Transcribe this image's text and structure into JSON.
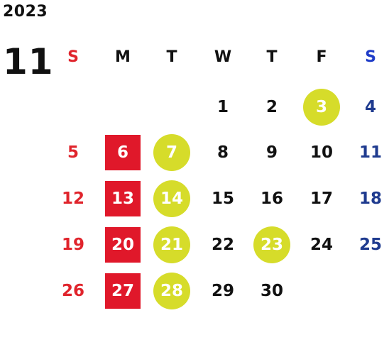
{
  "year": "2023",
  "month": "11",
  "weekdays": [
    "S",
    "M",
    "T",
    "W",
    "T",
    "F",
    "S"
  ],
  "weekday_colors": [
    "#e0242c",
    "#111111",
    "#111111",
    "#111111",
    "#111111",
    "#111111",
    "#1f3cc8"
  ],
  "accent_colors": {
    "red_block": "#e0182a",
    "yellow_circle": "#d6dc2a",
    "sunday_red": "#e0242c",
    "saturday_blue": "#1f3b8f"
  },
  "weeks": [
    [
      {
        "day": ""
      },
      {
        "day": ""
      },
      {
        "day": ""
      },
      {
        "day": "1",
        "color": "black"
      },
      {
        "day": "2",
        "color": "black"
      },
      {
        "day": "3",
        "color": "black",
        "marker": "circle"
      },
      {
        "day": "4",
        "color": "blue"
      }
    ],
    [
      {
        "day": "5",
        "color": "red"
      },
      {
        "day": "6",
        "color": "black",
        "marker": "block"
      },
      {
        "day": "7",
        "color": "black",
        "marker": "circle"
      },
      {
        "day": "8",
        "color": "black"
      },
      {
        "day": "9",
        "color": "black"
      },
      {
        "day": "10",
        "color": "black"
      },
      {
        "day": "11",
        "color": "blue"
      }
    ],
    [
      {
        "day": "12",
        "color": "red"
      },
      {
        "day": "13",
        "color": "black",
        "marker": "block"
      },
      {
        "day": "14",
        "color": "black",
        "marker": "circle"
      },
      {
        "day": "15",
        "color": "black"
      },
      {
        "day": "16",
        "color": "black"
      },
      {
        "day": "17",
        "color": "black"
      },
      {
        "day": "18",
        "color": "blue"
      }
    ],
    [
      {
        "day": "19",
        "color": "red"
      },
      {
        "day": "20",
        "color": "black",
        "marker": "block"
      },
      {
        "day": "21",
        "color": "black",
        "marker": "circle"
      },
      {
        "day": "22",
        "color": "black"
      },
      {
        "day": "23",
        "color": "black",
        "marker": "circle"
      },
      {
        "day": "24",
        "color": "black"
      },
      {
        "day": "25",
        "color": "blue"
      }
    ],
    [
      {
        "day": "26",
        "color": "red"
      },
      {
        "day": "27",
        "color": "black",
        "marker": "block"
      },
      {
        "day": "28",
        "color": "black",
        "marker": "circle"
      },
      {
        "day": "29",
        "color": "black"
      },
      {
        "day": "30",
        "color": "black"
      },
      {
        "day": ""
      },
      {
        "day": ""
      }
    ]
  ]
}
